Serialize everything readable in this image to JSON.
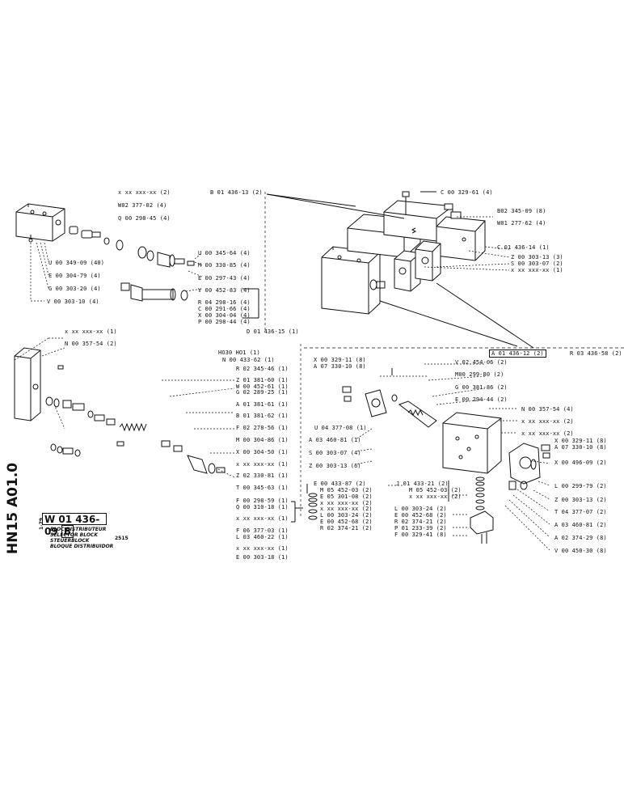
{
  "title_block": {
    "sheet_code": "HN15 A01.0",
    "part_number": "W 01 436-09",
    "rev": "B",
    "date": "1-79",
    "model": "2515",
    "names": [
      "BLOC DISTRIBUTEUR",
      "SELECTOR BLOCK",
      "STEUERBLOCK",
      "BLOQUE DISTRIBUIDOR"
    ]
  },
  "labels": [
    "x xx xxx-xx (2)",
    "W02 377-02 (4)",
    "Q 00 298-45 (4)",
    "U 00 349-09 (40)",
    "E 00 304-79 (4)",
    "G 00 303-20 (4)",
    "V 00 303-10 (4)",
    "U 00 345-64 (4)",
    "M 00 330-85 (4)",
    "E 00 297-43 (4)",
    "V 00 452-83 (4)",
    "R 04 298-16 (4)",
    "C 00 291-66 (4)",
    "X 00 304-04 (4)",
    "P 00 298-44 (4)",
    "D 01 436-15 (1)",
    "B 01 436-13 (2)",
    "C 00 329-61 (4)",
    "B02 345-09 (8)",
    "W01 277-62 (4)",
    "C 01 436-14 (1)",
    "Z 00 303-13 (3)",
    "S 00 303-07 (2)",
    "x xx xxx-xx (1)",
    "x xx xxx-xx (1)",
    "N 00 357-54 (2)",
    "N 00 433-62 (1)",
    "R 02 345-46 (1)",
    "Z 01 381-60 (1)",
    "W 00 452-61 (1)",
    "G 02 289-25 (1)",
    "A 01 381-61 (1)",
    "B 01 381-62 (1)",
    "F 02 278-56 (1)",
    "M 00 304-86 (1)",
    "X 00 304-50 (1)",
    "x xx xxx-xx (1)",
    "Z 02 330-81 (1)",
    "T 00 345-63 (1)",
    "F 00 298-59 (1)",
    "Q 00 310-18 (1)",
    "x xx xxx-xx (1)",
    "F 06 377-03 (1)",
    "L 03 460-22 (1)",
    "x xx xxx-xx (1)",
    "E 00 303-18 (1)",
    "X 00 329-11 (8)",
    "A 07 330-10 (8)",
    "V 02 454-06 (2)",
    "M00 299-80 (2)",
    "G 00 381-86 (2)",
    "E 00 294-44 (2)",
    "N 00 357-54 (4)",
    "x xx xxx-xx (2)",
    "x xx xxx-xx (2)",
    "X 00 329-11 (8)",
    "A 07 330-10 (8)",
    "X 00 496-09 (2)",
    "L 00 299-79 (2)",
    "Z 00 303-13 (2)",
    "T 04 377-07 (2)",
    "A 03 460-81 (2)",
    "A 02 374-29 (8)",
    "V 00 450-30 (8)",
    "U 04 377-08 (1)",
    "A 03 460-81 (1)",
    "S 00 303-07 (4)",
    "Z 00 303-13 (6)",
    "E 00 433-87 (2)",
    "J 01 433-21 (2)",
    "M 05 452-03 (2)",
    "E 05 301-08 (2)",
    "x xx xxx-xx (2)",
    "x xx xxx-xx (2)",
    "L 00 303-24 (2)",
    "E 00 452-68 (2)",
    "R 02 374-21 (2)",
    "M 05 452-03 (2)",
    "x xx xxx-xx (2)",
    "L 00 303-24 (2)",
    "E 00 452-68 (2)",
    "R 02 374-21 (2)",
    "P 01 233-39 (2)",
    "F 00 329-41 (8)",
    "A 01 436-12 (2)",
    "R 03 436-58 (2)",
    "HO30 HO1 (1)"
  ]
}
